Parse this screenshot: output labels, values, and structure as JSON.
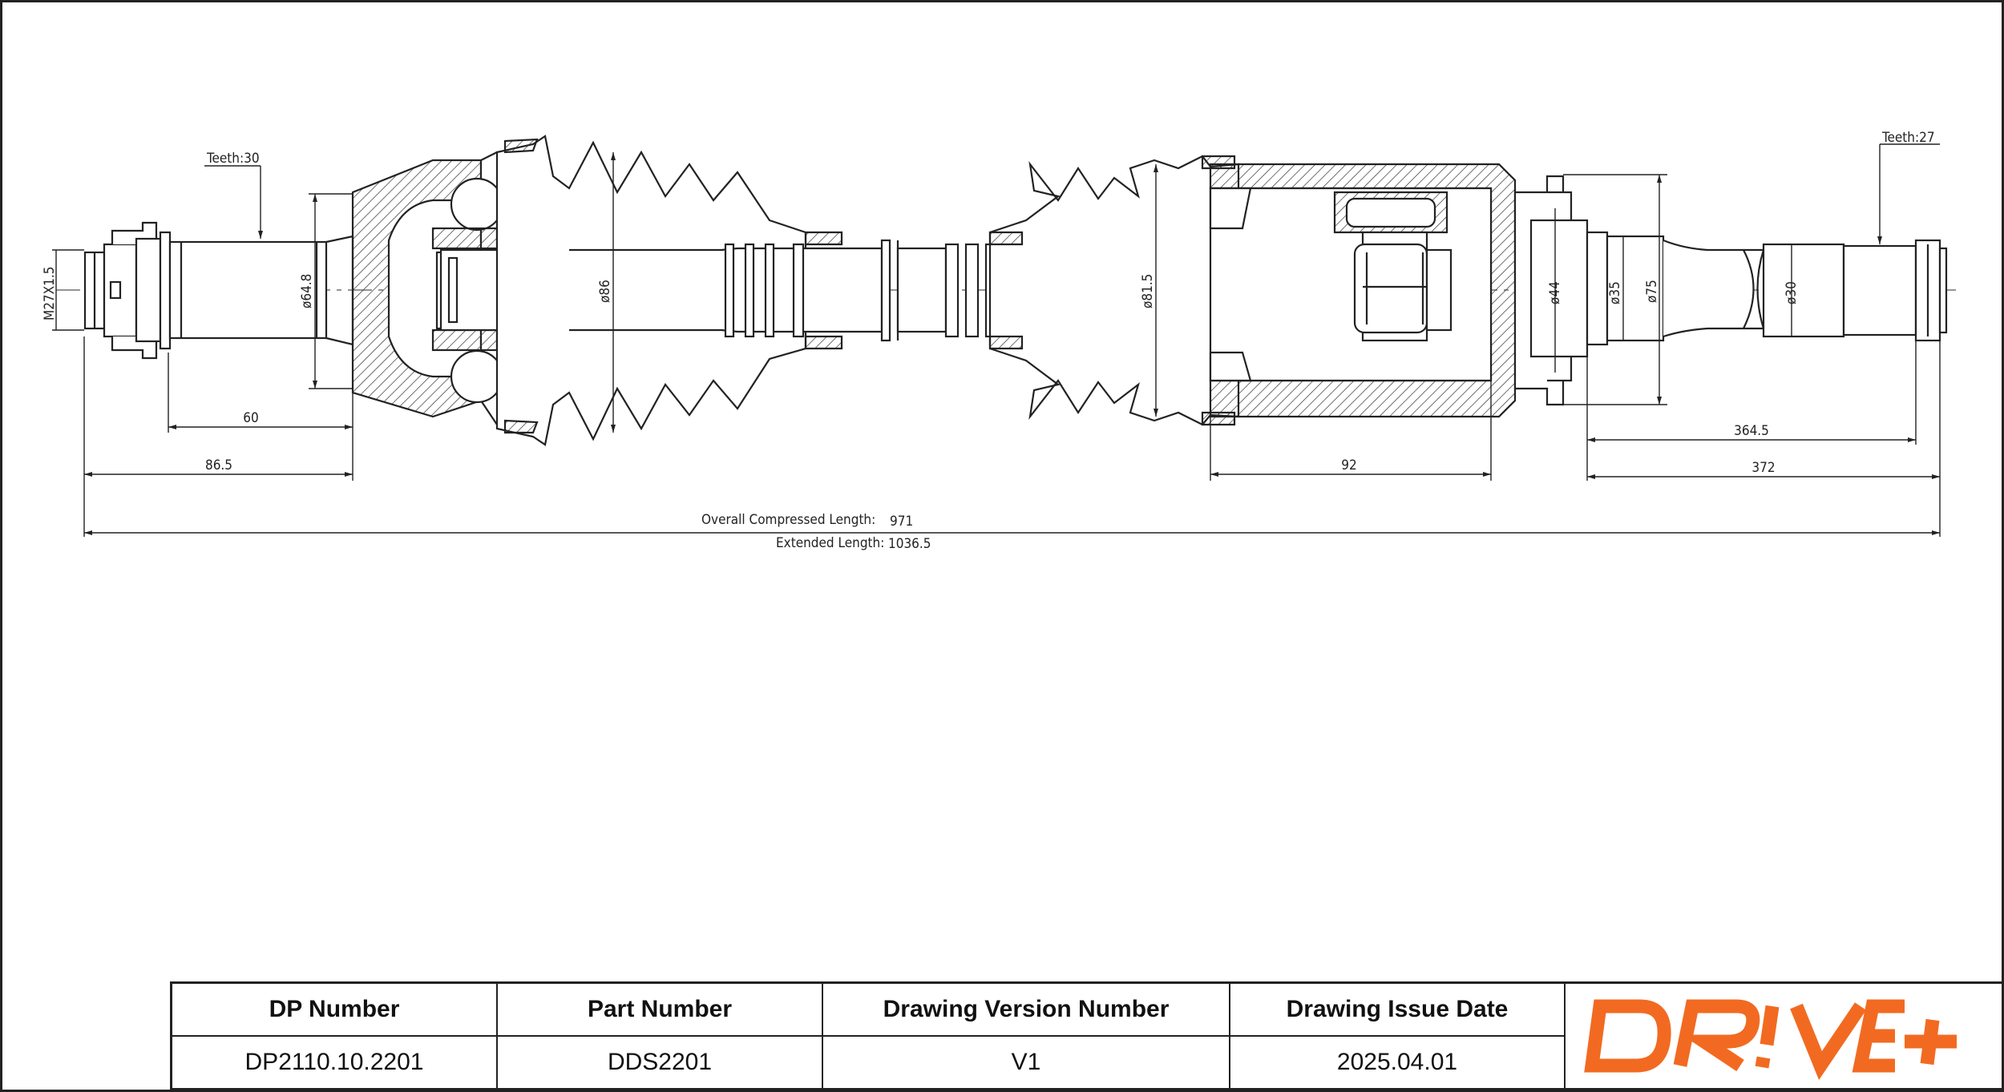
{
  "drawing": {
    "labels": {
      "teeth_left": "Teeth:30",
      "teeth_right": "Teeth:27",
      "thread": "M27X1.5",
      "d_outer_joint": "ø64.8",
      "d_boot_outer": "ø86",
      "d_boot_inner": "ø81.5",
      "d_flange": "ø44",
      "d_shaft_a": "ø35",
      "d_flange_outer": "ø75",
      "d_spline_right": "ø30",
      "len_60": "60",
      "len_86_5": "86.5",
      "len_92": "92",
      "len_364_5": "364.5",
      "len_372": "372",
      "overall_compressed_label": "Overall  Compressed  Length:",
      "overall_compressed_value": "971",
      "extended_label": "Extended  Length:",
      "extended_value": "1036.5"
    }
  },
  "title_block": {
    "dp_number_label": "DP Number",
    "dp_number_value": "DP2110.10.2201",
    "part_number_label": "Part Number",
    "part_number_value": "DDS2201",
    "drawing_version_label": "Drawing Version Number",
    "drawing_version_value": "V1",
    "issue_date_label": "Drawing Issue Date",
    "issue_date_value": "2025.04.01",
    "logo_text": "DR!VE+",
    "logo_color": "#f26a21"
  }
}
